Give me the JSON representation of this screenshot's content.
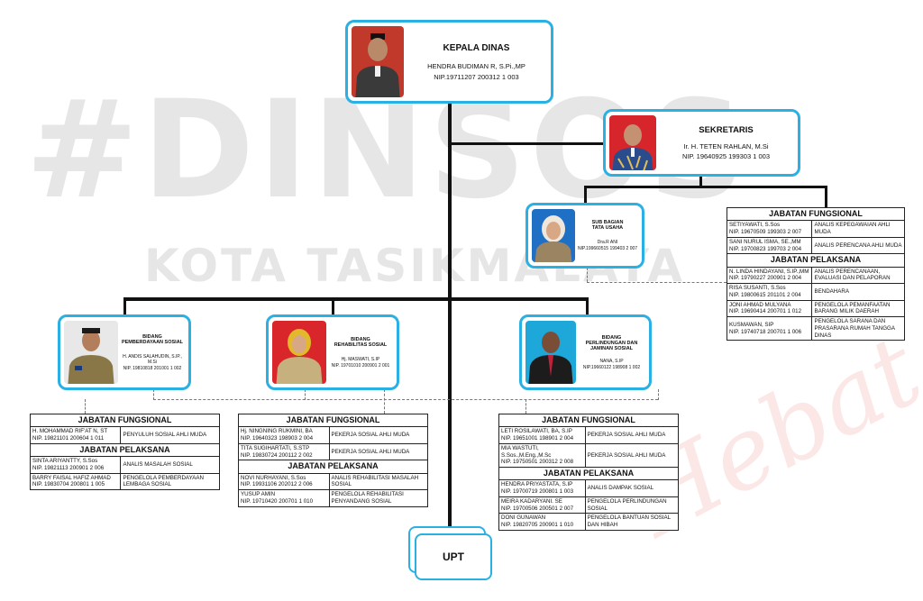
{
  "watermark": {
    "hashtag": "#DINSOS",
    "city": "KOTA TASIKMALAYA",
    "signature": "Hebat"
  },
  "head": {
    "title": "KEPALA DINAS",
    "name": "HENDRA BUDIMAN R, S.Pi.,MP",
    "nip": "NIP.19711207 200312 1 003",
    "photo_bg": "#c0392b"
  },
  "secretary": {
    "title": "SEKRETARIS",
    "name": "Ir. H. TETEN RAHLAN, M.Si",
    "nip": "NIP. 19640925 199303 1 003",
    "photo_bg": "#d6262b"
  },
  "subbag": {
    "title_line1": "SUB BAGIAN",
    "title_line2": "TATA USAHA",
    "name": "Dra.R ANI",
    "nip": "NIP.199660515 199403 2 007",
    "photo_bg": "#1f6fc4"
  },
  "bidang_pemberdayaan": {
    "title_line1": "BIDANG",
    "title_line2": "PEMBERDAYAAN SOSIAL",
    "name": "H. ANDIS SALAHUDIN, S.IP., M.Si",
    "nip": "NIP. 19810818 201001 1 002",
    "photo_bg": "#e8e8e8"
  },
  "bidang_rehabilitasi": {
    "title_line1": "BIDANG",
    "title_line2": "REHABILITAS SOSIAL",
    "name": "Hj. MASWATI, S.IP",
    "nip": "NIP. 19701010 200901 2 001",
    "photo_bg": "#d8262b"
  },
  "bidang_perlindungan": {
    "title_line1": "BIDANG",
    "title_line2": "PERLINDUNGAN DAN",
    "title_line3": "JAMINAN SOSIAL",
    "name": "NANA, S.IP",
    "nip": "NIP.19660122 198908 1 002",
    "photo_bg": "#1ea7d9"
  },
  "labels": {
    "fungsional": "JABATAN FUNGSIONAL",
    "pelaksana": "JABATAN PELAKSANA"
  },
  "sekretariat_table": {
    "fungsional": [
      {
        "name": "SETIYAWATI, S.Sos",
        "nip": "NIP. 19670509 199303 2 007",
        "pos": "ANALIS KEPEGAWAIAN AHLI MUDA"
      },
      {
        "name": "SANI NURUL ISMA, SE.,MM",
        "nip": "NIP. 19700823 199703 2 004",
        "pos": "ANALIS PERENCANA AHLI MUDA"
      }
    ],
    "pelaksana": [
      {
        "name": "N. LINDA HINDAYANI, S.IP.,MM",
        "nip": "NIP. 19790227 200901 2 004",
        "pos": "ANALIS PERENCANAAN, EVALUASI DAN PELAPORAN"
      },
      {
        "name": "RISA SUSANTI, S.Sos",
        "nip": "NIP. 19800615 201101 2 004",
        "pos": "BENDAHARA"
      },
      {
        "name": "JONI AHMAD MULYANA",
        "nip": "NIP. 19690414 200701 1 012",
        "pos": "PENGELOLA PEMANFAATAN BARANG MILIK DAERAH"
      },
      {
        "name": "KUSMAWAN, SIP",
        "nip": "NIP. 19740718 200701 1 006",
        "pos": "PENGELOLA SARANA DAN PRASARANA RUMAH TANGGA DINAS"
      }
    ]
  },
  "pemberdayaan_table": {
    "fungsional": [
      {
        "name": "H. MOHAMMAD RIF'AT N, ST",
        "nip": "NIP. 19821101 200604 1 011",
        "pos": "PENYULUH SOSIAL AHLI MUDA"
      }
    ],
    "pelaksana": [
      {
        "name": "SINTA ARIYANTTY, S.Sos",
        "nip": "NIP. 19821113 200901 2 006",
        "pos": "ANALIS MASALAH SOSIAL"
      },
      {
        "name": "BARRY FAISAL HAFIZ AHMAD",
        "nip": "NIP. 19830704 200801 1 005",
        "pos": "PENGELOLA PEMBERDAYAAN LEMBAGA SOSIAL"
      }
    ]
  },
  "rehabilitasi_table": {
    "fungsional": [
      {
        "name": "Hj. NINGNING RUKMINI, BA",
        "nip": "NIP. 19640323 198903 2 004",
        "pos": "PEKERJA SOSIAL AHLI MUDA"
      },
      {
        "name": "TITA SUGIHARTATI, S.STP",
        "nip": "NIP. 19830724 200112 2 002",
        "pos": "PEKERJA SOSIAL AHLI MUDA"
      }
    ],
    "pelaksana": [
      {
        "name": "NOVI NURHAYANI, S.Sos",
        "nip": "NIP. 19931106 202012 2 006",
        "pos": "ANALIS REHABILITASI MASALAH SOSIAL"
      },
      {
        "name": "YUSUP AMIN",
        "nip": "NIP. 19710420 200701 1 010",
        "pos": "PENGELOLA REHABILITASI PENYANDANG SOSIAL"
      }
    ]
  },
  "perlindungan_table": {
    "fungsional": [
      {
        "name": "LETI ROSILAWATI, BA, S.IP",
        "nip": "NIP. 19651001 198901 2 004",
        "pos": "PEKERJA SOSIAL AHLI MUDA"
      },
      {
        "name": "MIA WASTUTI, S.Sos.,M.Eng.,M.Sc",
        "nip": "NIP. 19750501 200312 2 008",
        "pos": "PEKERJA SOSIAL AHLI MUDA"
      }
    ],
    "pelaksana": [
      {
        "name": "HENDRA PRIYASTATA, S.IP",
        "nip": "NIP. 19700719 200801 1 003",
        "pos": "ANALIS DAMPAK SOSIAL"
      },
      {
        "name": "MEIRA KADARYANI. SE",
        "nip": "NIP. 19700506 200501 2 007",
        "pos": "PENGELOLA PERLINDUNGAN SOSIAL"
      },
      {
        "name": "DONI GUNAWAN",
        "nip": "NIP. 19820705 200901 1 010",
        "pos": "PENGELOLA BANTUAN SOSIAL DAN HIBAH"
      }
    ]
  },
  "upt": {
    "label": "UPT"
  },
  "colors": {
    "accent": "#2ab0e3",
    "line": "#111111"
  }
}
